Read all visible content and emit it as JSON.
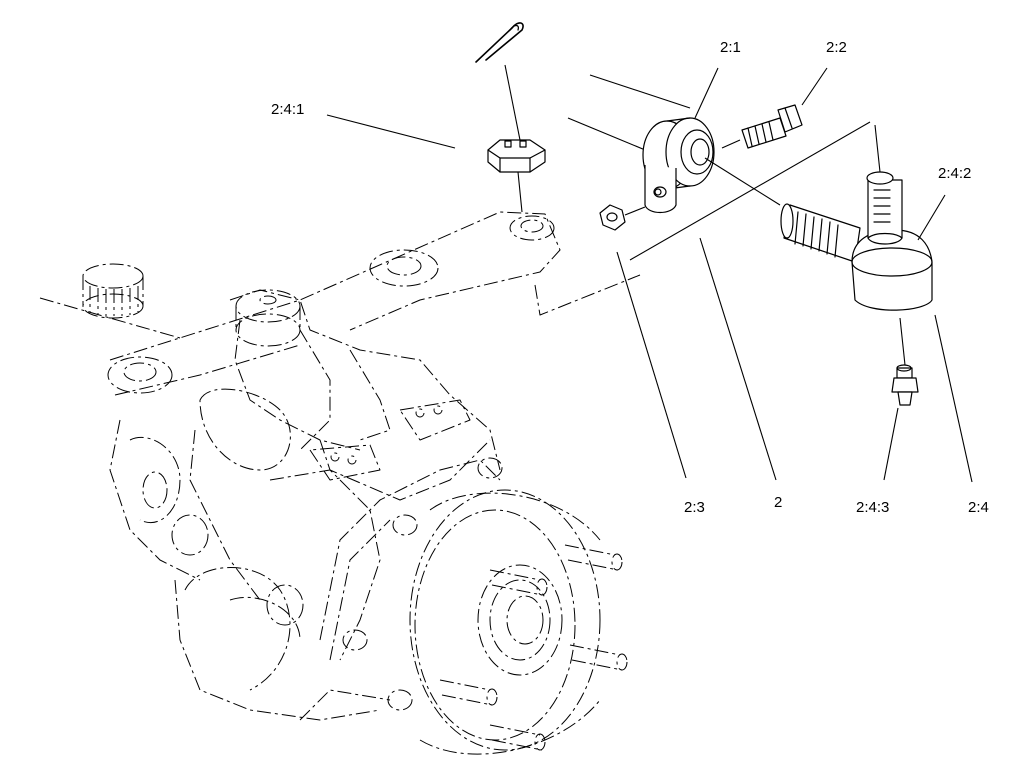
{
  "labels": {
    "l241": "2:4:1",
    "l21": "2:1",
    "l22": "2:2",
    "l242": "2:4:2",
    "l23": "2:3",
    "l2": "2",
    "l243": "2:4:3",
    "l24": "2:4"
  }
}
